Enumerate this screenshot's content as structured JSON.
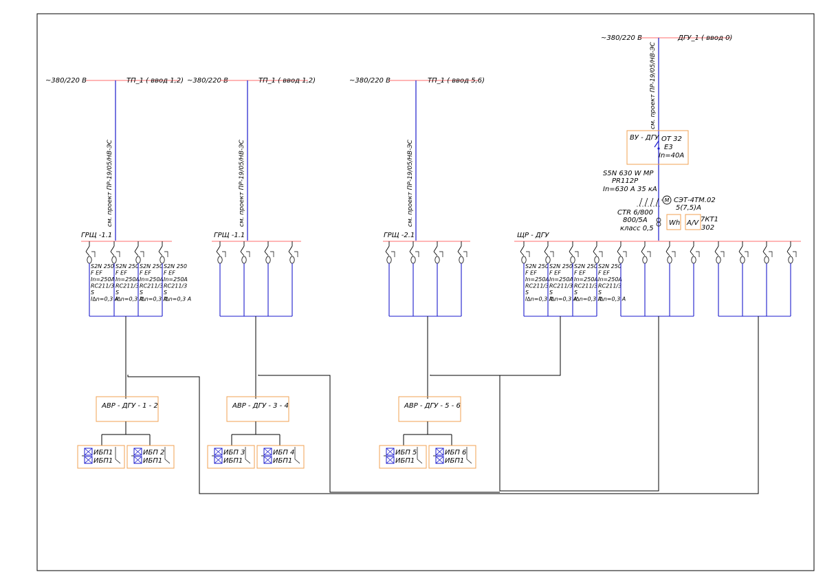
{
  "colors": {
    "bus": "#ff6b6b",
    "feed": "#1a1acc",
    "wire": "#000000",
    "box": "#f0a050",
    "frame": "#000000"
  },
  "incomers": [
    {
      "voltage": "~380/220 В",
      "source": "ТП_1 ( ввод 1,2)",
      "ref": "см. проект ПР-19/05/НВ-ЭС"
    },
    {
      "voltage": "~380/220 В",
      "source": "ТП_1 ( ввод 1,2)",
      "ref": "см. проект ПР-19/05/НВ-ЭС"
    },
    {
      "voltage": "~380/220 В",
      "source": "ТП_1 ( ввод 5,6)",
      "ref": "см. проект ПР-19/05/НВ-ЭС"
    },
    {
      "voltage": "~380/220 В",
      "source": "ДГУ_1 ( ввод 0)",
      "ref": "см. проект ПР-19/05/НВ-ЭС"
    }
  ],
  "panels": [
    {
      "name": "ГРЩ -1.1"
    },
    {
      "name": "ГРЩ -1.1"
    },
    {
      "name": "ГРЩ -2.1"
    },
    {
      "name": "ЩР - ДГУ"
    }
  ],
  "breaker_spec": [
    "S2N 250",
    "F EF",
    "In=250A",
    "RC211/3",
    "S",
    "I∆n=0,3 A"
  ],
  "vu_dgu": {
    "name": "ВУ - ДГУ",
    "switch": "ОТ 32",
    "e3": "Е3",
    "rating": "In=40A"
  },
  "main_breaker": {
    "model": "S5N 630 W MP",
    "release": "PR112P",
    "rating": "In=630 A 35 кА"
  },
  "meter": {
    "symbol": "M",
    "name": "СЭТ-4ТМ.02",
    "rating": "5(7,5)А"
  },
  "ct": {
    "name": "CTR 6/800",
    "ratio": "800/5A",
    "class": "класс 0,5"
  },
  "instruments": {
    "wh": "Wh",
    "av": "A/V",
    "code": "7КТ1",
    "code2": "302"
  },
  "avr": [
    {
      "name": "АВР - ДГУ - 1 - 2",
      "ups": [
        "ИБП1",
        "ИБП 2"
      ]
    },
    {
      "name": "АВР - ДГУ - 3 - 4",
      "ups": [
        "ИБП 3",
        "ИБП 4"
      ]
    },
    {
      "name": "АВР - ДГУ - 5 - 6",
      "ups": [
        "ИБП 5",
        "ИБП 6"
      ]
    }
  ],
  "ups_sub": "ИБП1"
}
